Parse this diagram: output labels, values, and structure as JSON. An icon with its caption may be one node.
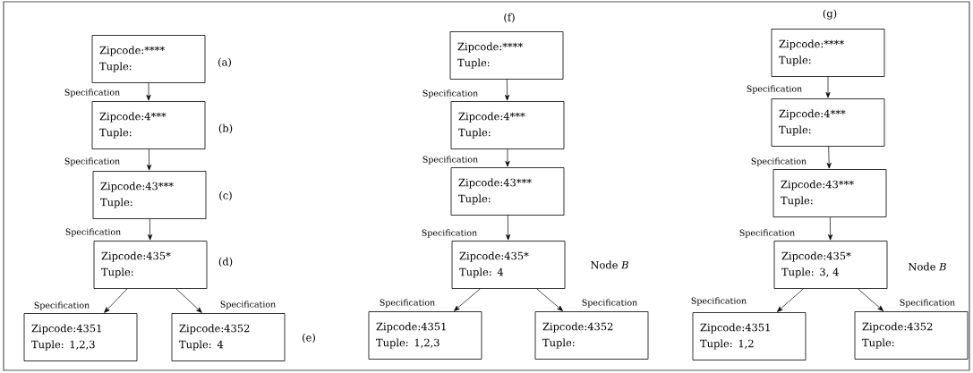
{
  "diagram": {
    "nodes": [
      {
        "text": [
          "Zipcode:****",
          "Tuple:"
        ],
        "beside": [
          "(a)"
        ]
      },
      {
        "text": [
          "Zipcode:4***",
          "Tuple:"
        ],
        "beside": [
          "(b)"
        ]
      },
      {
        "text": [
          "Zipcode:43***",
          "Tuple:"
        ],
        "beside": [
          "(c)"
        ]
      },
      {
        "text": [
          "Zipcode:435*",
          "Tuple:"
        ],
        "beside": [
          "(d)"
        ]
      },
      {
        "text": [
          "Zipcode:4351",
          "Tuple:  1,2,3"
        ]
      },
      {
        "text": [
          "Zipcode:4352",
          "Tuple:  4"
        ],
        "beside": [
          "(e)"
        ]
      },
      {
        "text": [
          "Zipcode:****",
          "Tuple:"
        ]
      },
      {
        "text": [
          "Zipcode:4***",
          "Tuple:"
        ]
      },
      {
        "text": [
          "Zipcode:43***",
          "Tuple:"
        ]
      },
      {
        "text": [
          "Zipcode:435*",
          "Tuple:  4"
        ],
        "beside": [
          "Node *B*"
        ]
      },
      {
        "text": [
          "Zipcode:4351",
          "Tuple:  1,2,3"
        ]
      },
      {
        "text": [
          "Zipcode:4352",
          "Tuple:"
        ]
      },
      {
        "text": [
          "Zipcode:****",
          "Tuple:"
        ]
      },
      {
        "text": [
          "Zipcode:4***",
          "Tuple:"
        ]
      },
      {
        "text": [
          "Zipcode:43***",
          "Tuple:"
        ]
      },
      {
        "text": [
          "Zipcode:435*",
          "Tuple:  3, 4"
        ],
        "beside": [
          "Node *B*"
        ]
      },
      {
        "text": [
          "Zipcode:4351",
          "Tuple:  1,2"
        ]
      },
      {
        "text": [
          "Zipcode:4352",
          "Tuple:"
        ]
      }
    ],
    "edges": [
      {
        "from": 0,
        "to": 1,
        "arrow": "to",
        "label": "Specification"
      },
      {
        "from": 1,
        "to": 2,
        "arrow": "to",
        "label": "Specification"
      },
      {
        "from": 2,
        "to": 3,
        "arrow": "to",
        "label": "Specification"
      },
      {
        "from": 3,
        "to": 4,
        "arrow": "to",
        "label": "Specification"
      },
      {
        "from": 3,
        "to": 5,
        "arrow": "to",
        "label": "Specification"
      },
      {
        "from": 6,
        "to": 7,
        "arrow": "to",
        "label": "Specification"
      },
      {
        "from": 7,
        "to": 8,
        "arrow": "to",
        "label": "Specification"
      },
      {
        "from": 8,
        "to": 9,
        "arrow": "to",
        "label": "Specification"
      },
      {
        "from": 9,
        "to": 10,
        "arrow": "to",
        "label": "Specification"
      },
      {
        "from": 9,
        "to": 11,
        "arrow": "to",
        "label": "Specification"
      },
      {
        "from": 12,
        "to": 13,
        "arrow": "to",
        "label": "Specification"
      },
      {
        "from": 13,
        "to": 14,
        "arrow": "to",
        "label": "Specification"
      },
      {
        "from": 14,
        "to": 15,
        "arrow": "to",
        "label": "Specification"
      },
      {
        "from": 15,
        "to": 16,
        "arrow": "to",
        "label": "Specification"
      },
      {
        "from": 15,
        "to": 17,
        "arrow": "to",
        "label": "Specification"
      }
    ],
    "labels": [
      "(f)",
      "(g)"
    ]
  }
}
